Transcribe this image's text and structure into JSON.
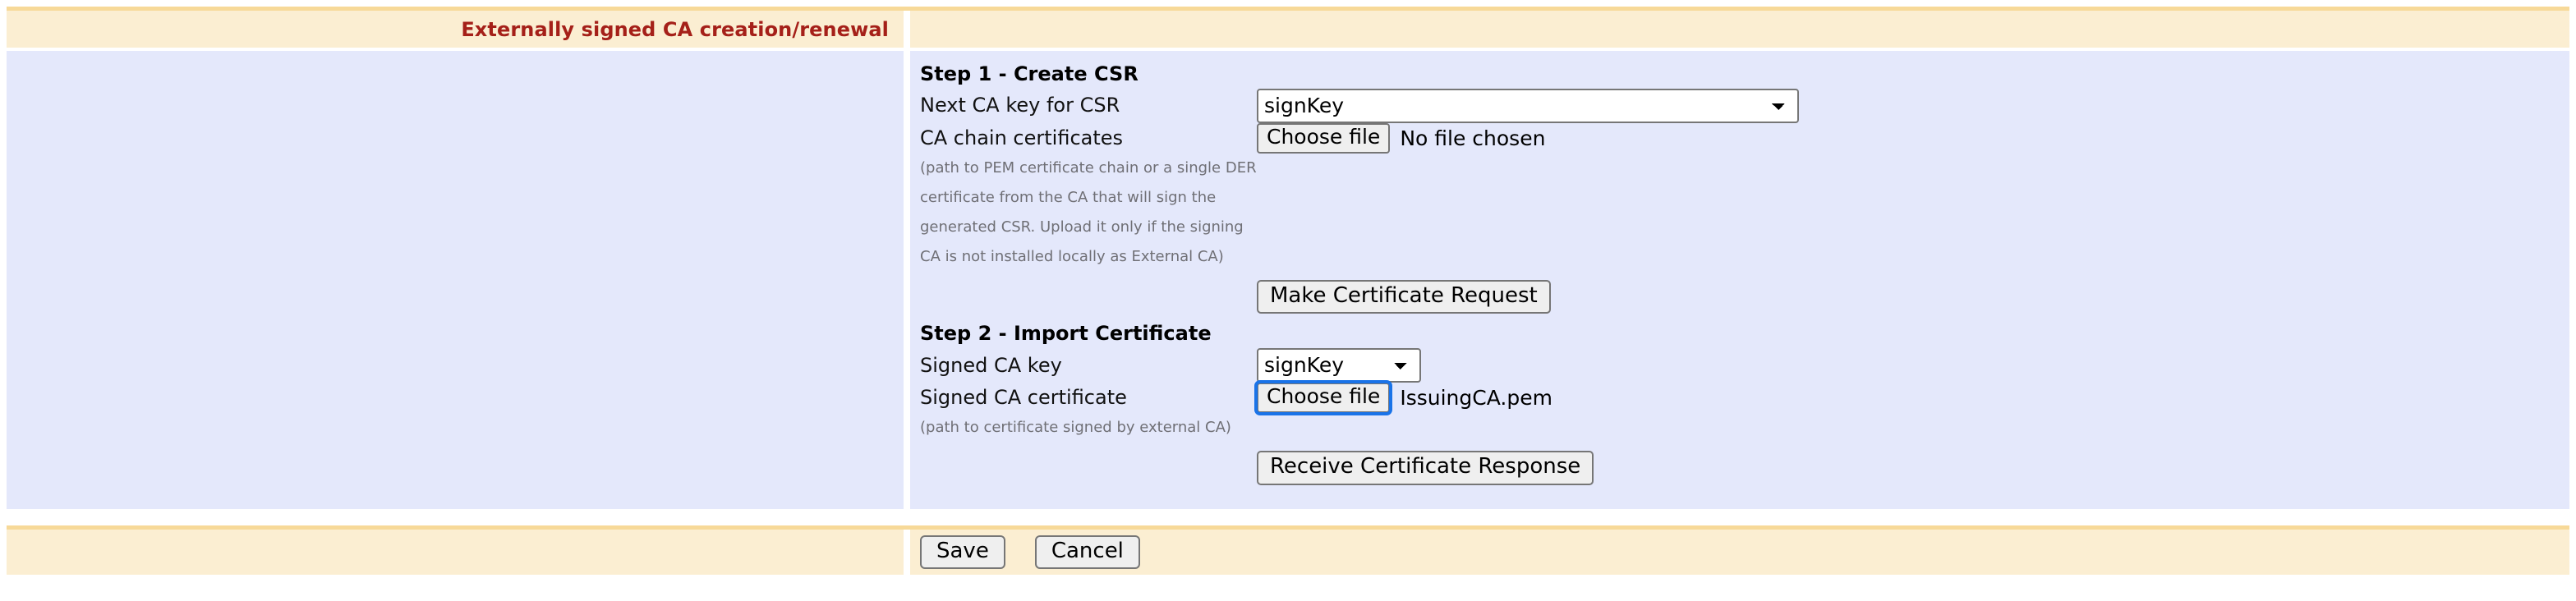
{
  "header": {
    "title": "Externally signed CA creation/renewal"
  },
  "form": {
    "step1": {
      "heading": "Step 1 - Create CSR",
      "next_ca_key_label": "Next CA key for CSR",
      "next_ca_key_value": "signKey",
      "ca_chain_label": "CA chain certificates",
      "ca_chain_button": "Choose file",
      "ca_chain_filename": "No file chosen",
      "hint_lines": [
        "(path to PEM certificate chain or a single DER",
        "certificate from the CA that will sign the",
        "generated CSR. Upload it only if the signing",
        "CA is not installed locally as External CA)"
      ],
      "make_request_button": "Make Certificate Request"
    },
    "step2": {
      "heading": "Step 2 - Import Certificate",
      "signed_ca_key_label": "Signed CA key",
      "signed_ca_key_value": "signKey",
      "signed_ca_cert_label": "Signed CA certificate",
      "signed_ca_cert_button": "Choose file",
      "signed_ca_cert_filename": "IssuingCA.pem",
      "hint": "(path to certificate signed by external CA)",
      "receive_response_button": "Receive Certificate Response"
    }
  },
  "footer": {
    "save_label": "Save",
    "cancel_label": "Cancel"
  },
  "colors": {
    "header_fill": "#fbeed2",
    "header_stripe": "#f7d998",
    "panel_fill": "#e4e8fb",
    "title_text": "#a52019",
    "focus_ring": "#1a73e8",
    "hint_text": "#6f6f75"
  }
}
